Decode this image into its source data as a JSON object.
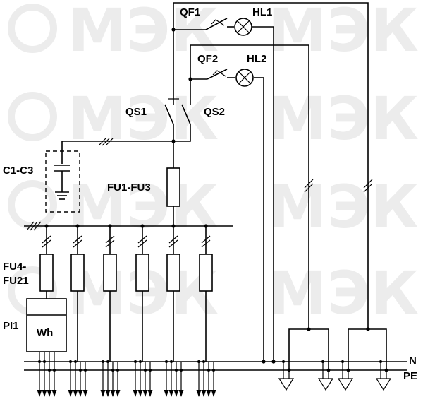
{
  "watermark": {
    "text": "МЭК"
  },
  "labels": {
    "qf1": "QF1",
    "hl1": "HL1",
    "qf2": "QF2",
    "hl2": "HL2",
    "qs1": "QS1",
    "qs2": "QS2",
    "c1c3": "C1-C3",
    "fu1fu3": "FU1-FU3",
    "fu4_line1": "FU4-",
    "fu4_line2": "FU21",
    "pi1": "PI1",
    "wh": "Wh",
    "n": "N",
    "pe": "PE"
  }
}
